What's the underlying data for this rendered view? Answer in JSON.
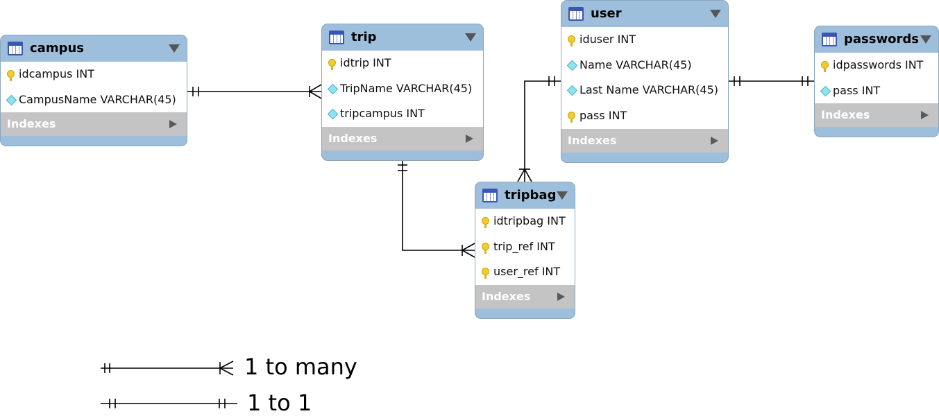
{
  "entities": {
    "campus": {
      "title": "campus",
      "columns": [
        {
          "name": "idcampus INT",
          "icon": "key-icon"
        },
        {
          "name": "CampusName VARCHAR(45)",
          "icon": "attribute-icon"
        }
      ],
      "indexes_label": "Indexes"
    },
    "trip": {
      "title": "trip",
      "columns": [
        {
          "name": "idtrip INT",
          "icon": "key-icon"
        },
        {
          "name": "TripName VARCHAR(45)",
          "icon": "attribute-icon"
        },
        {
          "name": "tripcampus INT",
          "icon": "attribute-icon"
        }
      ],
      "indexes_label": "Indexes"
    },
    "user": {
      "title": "user",
      "columns": [
        {
          "name": "iduser INT",
          "icon": "key-icon"
        },
        {
          "name": "Name VARCHAR(45)",
          "icon": "attribute-icon"
        },
        {
          "name": "Last Name VARCHAR(45)",
          "icon": "attribute-icon"
        },
        {
          "name": "pass INT",
          "icon": "key-icon"
        }
      ],
      "indexes_label": "Indexes"
    },
    "passwords": {
      "title": "passwords",
      "columns": [
        {
          "name": "idpasswords INT",
          "icon": "key-icon"
        },
        {
          "name": "pass INT",
          "icon": "attribute-icon"
        }
      ],
      "indexes_label": "Indexes"
    },
    "tripbag": {
      "title": "tripbag",
      "columns": [
        {
          "name": "idtripbag INT",
          "icon": "key-icon"
        },
        {
          "name": "trip_ref INT",
          "icon": "key-icon"
        },
        {
          "name": "user_ref INT",
          "icon": "key-icon"
        }
      ],
      "indexes_label": "Indexes"
    }
  },
  "relationships": [
    {
      "from": "campus",
      "to": "trip",
      "cardinality": "1 to many"
    },
    {
      "from": "trip",
      "to": "tripbag",
      "cardinality": "1 to many"
    },
    {
      "from": "user",
      "to": "tripbag",
      "cardinality": "1 to many"
    },
    {
      "from": "user",
      "to": "passwords",
      "cardinality": "1 to 1"
    }
  ],
  "legend": {
    "one_to_many": "1 to many",
    "one_to_one": "1 to 1"
  },
  "colors": {
    "header": "#9dbfdb",
    "indexes": "#c4c4c4",
    "key": "#f2cc2a",
    "attribute": "#8ee3ef"
  }
}
